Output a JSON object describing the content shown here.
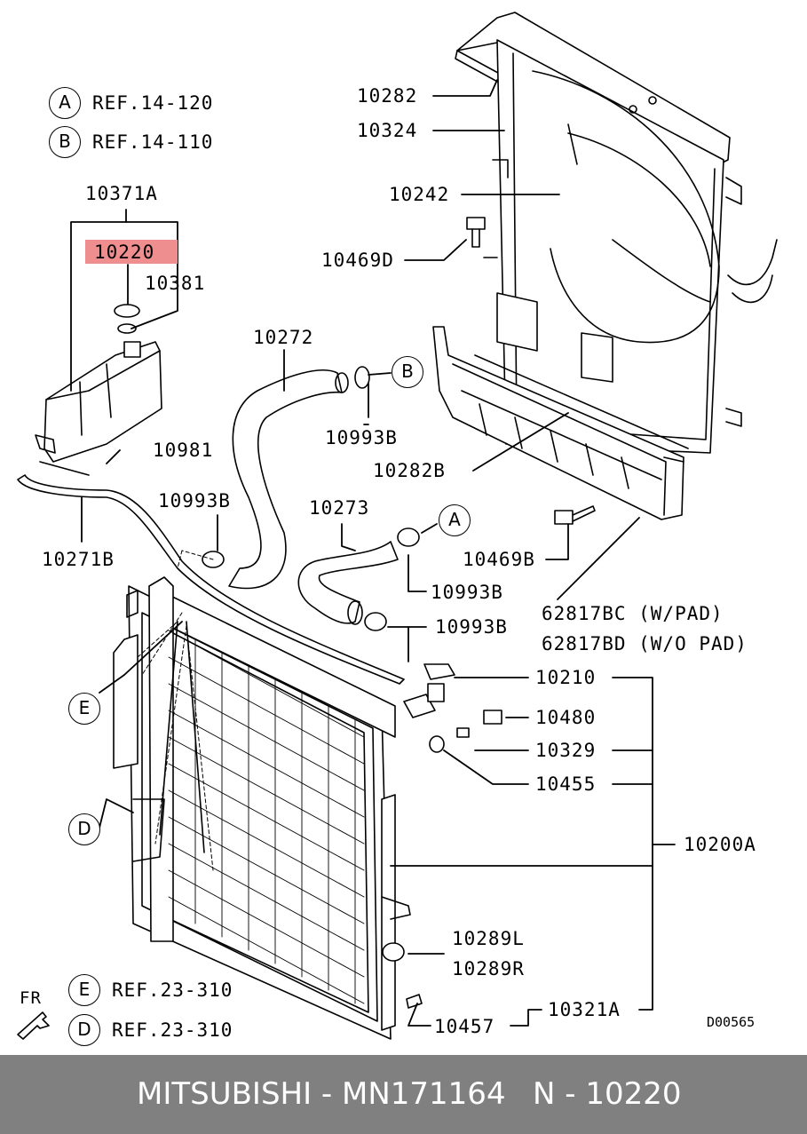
{
  "references": [
    {
      "letter": "A",
      "text": "REF.14-120"
    },
    {
      "letter": "B",
      "text": "REF.14-110"
    },
    {
      "letter": "E",
      "text": "REF.23-310"
    },
    {
      "letter": "D",
      "text": "REF.23-310"
    }
  ],
  "parts": {
    "p10282": "10282",
    "p10324": "10324",
    "p10242": "10242",
    "p10469D": "10469D",
    "p10371A": "10371A",
    "p10220": "10220",
    "p10381": "10381",
    "p10272": "10272",
    "p10993B_1": "10993B",
    "p10981": "10981",
    "p10282B": "10282B",
    "p10993B_2": "10993B",
    "p10273": "10273",
    "p10271B": "10271B",
    "p10469B": "10469B",
    "p10993B_3": "10993B",
    "p10993B_4": "10993B",
    "p62817BC": "62817BC (W/PAD)",
    "p62817BD": "62817BD (W/O PAD)",
    "p10210": "10210",
    "p10480": "10480",
    "p10329": "10329",
    "p10455": "10455",
    "p10200A": "10200A",
    "p10289L": "10289L",
    "p10289R": "10289R",
    "p10321A": "10321A",
    "p10457": "10457"
  },
  "callouts": {
    "A1": "A",
    "B1": "B",
    "A2": "A",
    "B2": "B",
    "E1": "E",
    "D1": "D"
  },
  "direction": "FR",
  "diagram_code": "D00565",
  "footer": {
    "brand": "MITSUBISHI - MN171164",
    "ref": "N - 10220"
  },
  "colors": {
    "highlight": "#ee8e8e",
    "footer_bg": "#808080"
  }
}
